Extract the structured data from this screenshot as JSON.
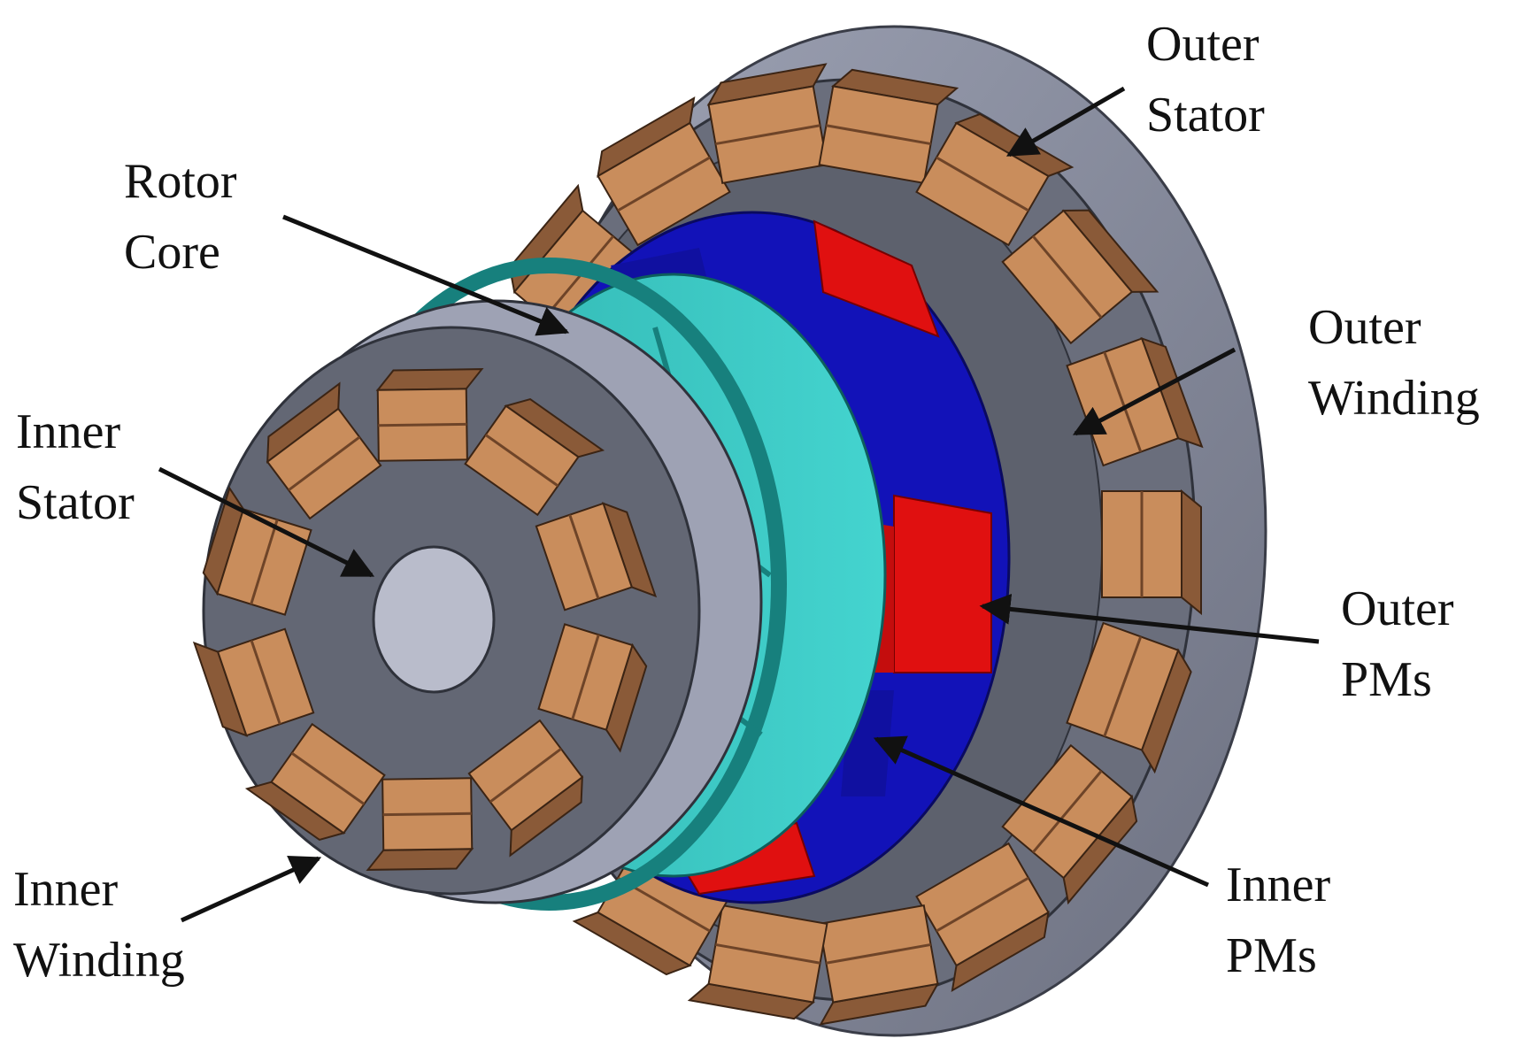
{
  "diagram": {
    "title": "Dual-stator permanent magnet machine exploded view",
    "labels": [
      {
        "id": "outer-stator",
        "lines": [
          "Outer",
          "Stator"
        ]
      },
      {
        "id": "rotor-core",
        "lines": [
          "Rotor",
          "Core"
        ]
      },
      {
        "id": "outer-winding",
        "lines": [
          "Outer",
          "Winding"
        ]
      },
      {
        "id": "inner-stator",
        "lines": [
          "Inner",
          "Stator"
        ]
      },
      {
        "id": "outer-pms",
        "lines": [
          "Outer",
          "PMs"
        ]
      },
      {
        "id": "inner-pms",
        "lines": [
          "Inner",
          "PMs"
        ]
      },
      {
        "id": "inner-winding",
        "lines": [
          "Inner",
          "Winding"
        ]
      }
    ],
    "colors": {
      "outer_stator": "#8a8fa3",
      "stator_dark": "#5b5f6b",
      "winding": "#c98d5c",
      "winding_dark": "#8a5a38",
      "rotor_core": "#3cc4bf",
      "rotor_rim": "#17807d",
      "pm_red": "#e01010",
      "pm_blue": "#1414c8",
      "inner_stator": "#6a6e7a",
      "shaft_hole": "#b9bccb"
    }
  }
}
